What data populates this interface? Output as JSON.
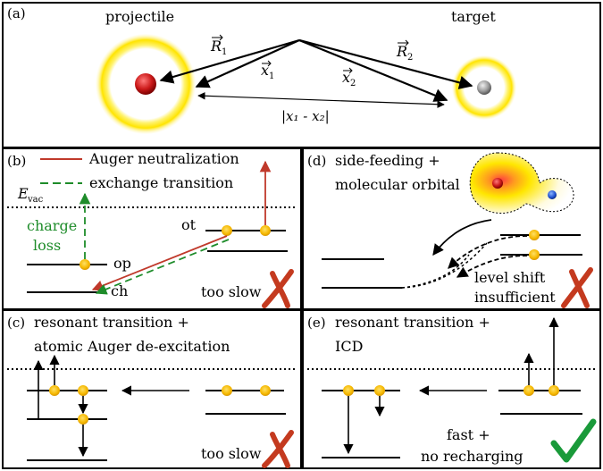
{
  "panel_a": {
    "label": "(a)",
    "projectile": "projectile",
    "target": "target",
    "R1": "R",
    "R1_sub": "1",
    "R2": "R",
    "R2_sub": "2",
    "x1": "x",
    "x1_sub": "1",
    "x2": "x",
    "x2_sub": "2",
    "distance": "|x₁ - x₂|"
  },
  "panel_b": {
    "label": "(b)",
    "legend_auger": "Auger neutralization",
    "legend_exchange": "exchange transition",
    "evac": "E",
    "evac_sub": "vac",
    "charge_line1": "charge",
    "charge_line2": "loss",
    "level_op": "op",
    "level_ch": "ch",
    "level_ot": "ot",
    "verdict": "too slow"
  },
  "panel_c": {
    "label": "(c)",
    "line1": "resonant transition +",
    "line2": "atomic Auger de-excitation",
    "verdict": "too slow"
  },
  "panel_d": {
    "label": "(d)",
    "line1": "side-feeding +",
    "line2": "molecular orbital",
    "shift_line1": "level shift",
    "shift_line2": "insufficient"
  },
  "panel_e": {
    "label": "(e)",
    "line1": "resonant transition +",
    "line2": "ICD",
    "verdict_line1": "fast +",
    "verdict_line2": "no recharging"
  },
  "colors": {
    "auger": "#c0392b",
    "exchange": "#1e8c2a",
    "electron": "#f5b800",
    "cross": "#c43a1f",
    "check": "#1a9a3a",
    "projectile_core": "#cc1a1a",
    "target_core": "#9e9e9e",
    "halo": "#ffee00"
  },
  "icons": [
    "cross-icon",
    "checkmark-icon"
  ]
}
